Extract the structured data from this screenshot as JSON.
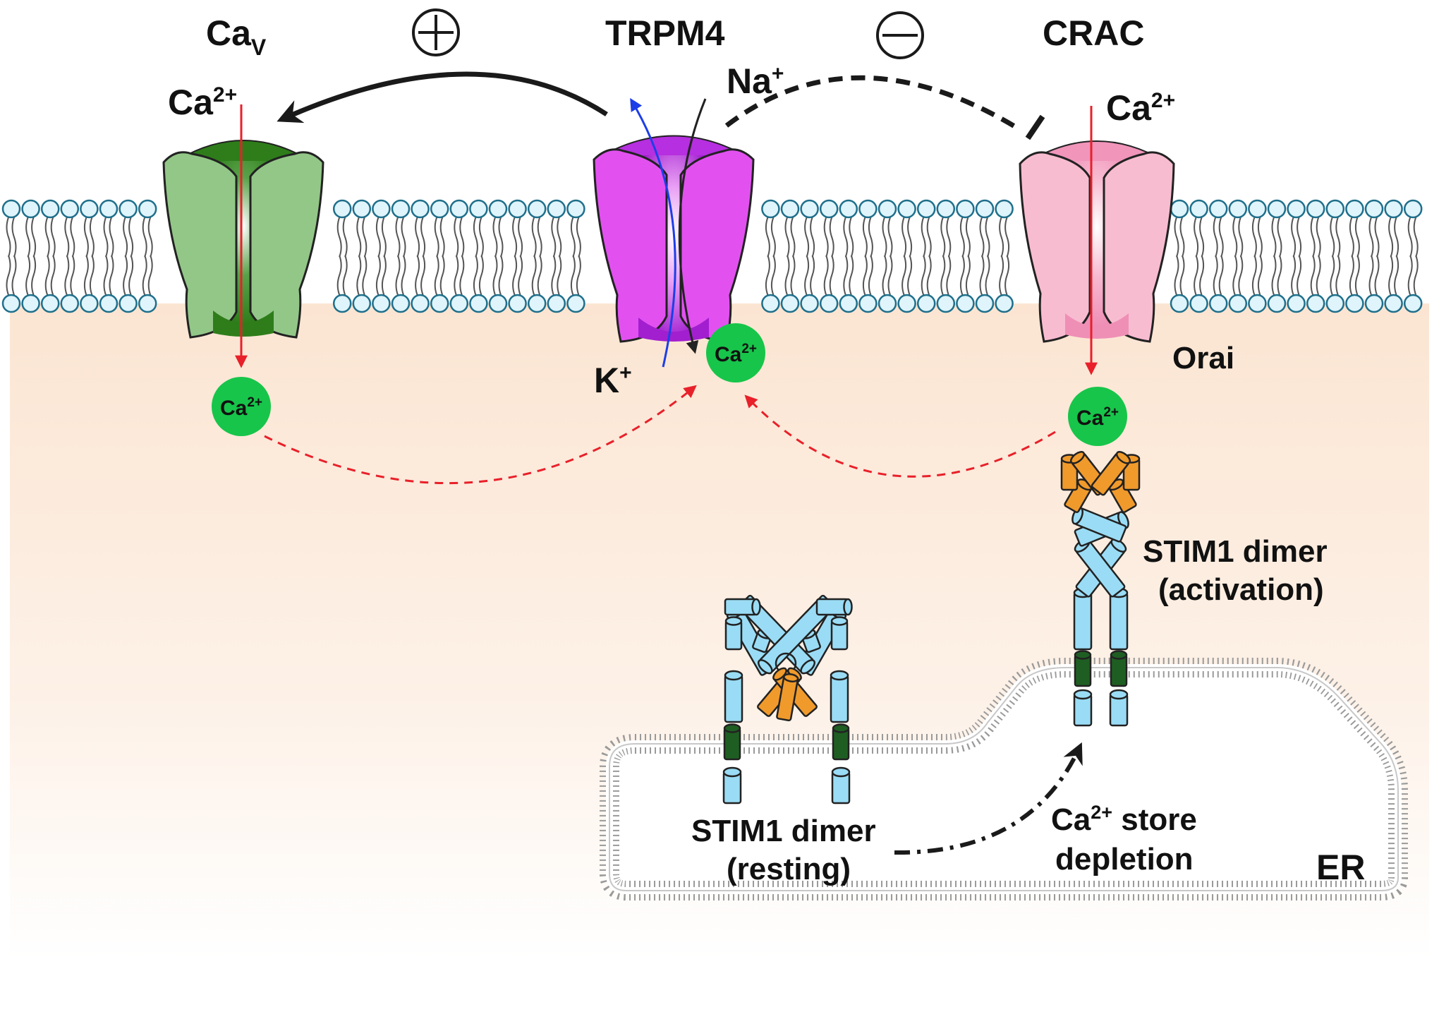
{
  "channels": {
    "cav": {
      "name": "Ca",
      "subscript": "V",
      "ion": "Ca",
      "ion_charge": "2+"
    },
    "trpm4": {
      "name": "TRPM4",
      "ion_in": "Na",
      "ion_in_charge": "+",
      "ion_out": "K",
      "ion_out_charge": "+"
    },
    "crac": {
      "name": "CRAC",
      "ion": "Ca",
      "ion_charge": "2+",
      "subunit": "Orai"
    }
  },
  "feedback": {
    "positive_symbol": "⊕",
    "negative_symbol": "⊖"
  },
  "calcium": {
    "label": "Ca",
    "charge": "2+"
  },
  "stim": {
    "resting_line1": "STIM1 dimer",
    "resting_line2": "(resting)",
    "active_line1": "STIM1 dimer",
    "active_line2": "(activation)"
  },
  "store": {
    "line1_prefix": "Ca",
    "line1_charge": "2+",
    "line1_suffix": " store",
    "line2": "depletion"
  },
  "er_label": "ER",
  "colors": {
    "cav_green": "#2e7d1a",
    "cav_light": "#93c788",
    "trpm4_purple": "#d34ae8",
    "crac_pink": "#f4a9c4",
    "calcium_green": "#17c54a",
    "stim_blue": "#9adcf5",
    "stim_orange": "#f09a2c",
    "tm_green": "#1f5e22",
    "lipid_head": "#dff4fb",
    "cytosol": "#fbe7d6",
    "flux_red": "#e8202a",
    "flux_blue": "#1c3ee8"
  }
}
